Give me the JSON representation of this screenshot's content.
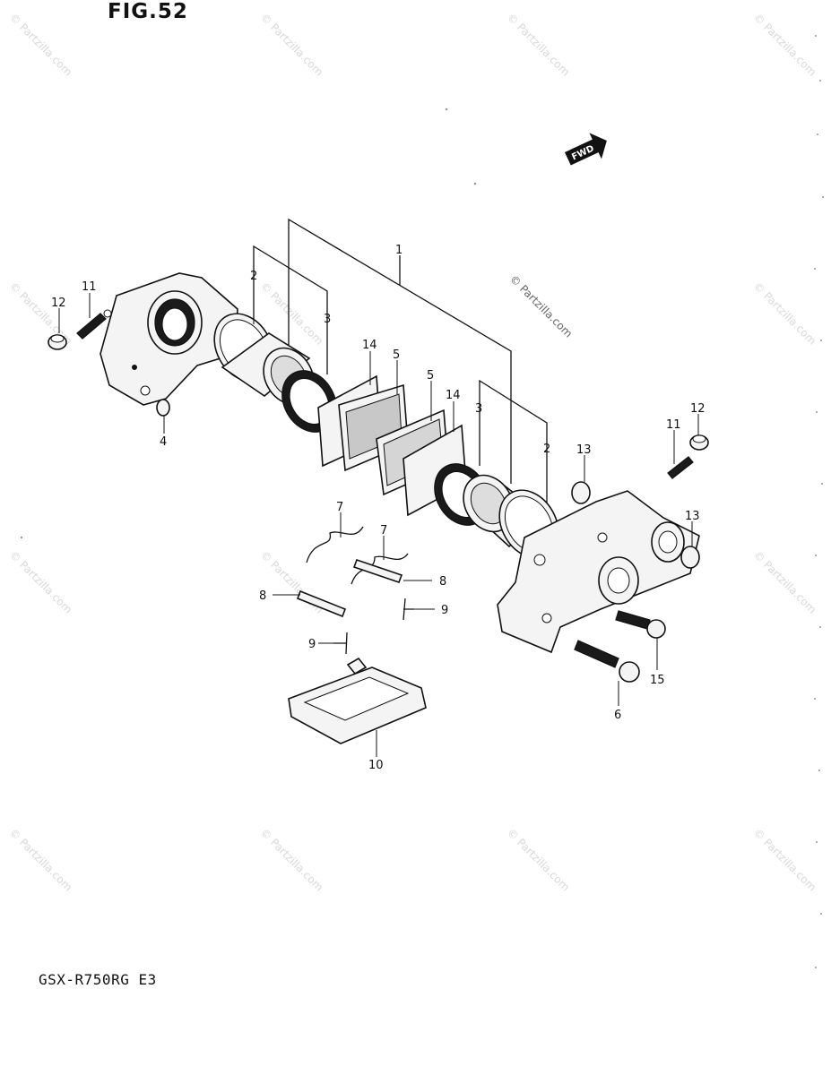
{
  "figure_title": "FIG.52",
  "model_code": "GSX-R750RG  E3",
  "direction_arrow": {
    "label": "FWD",
    "icon": "forward-arrow-icon"
  },
  "watermark_text": "© Partzilla.com",
  "footer_note": "",
  "callouts": [
    {
      "id": "label-1",
      "text": "1"
    },
    {
      "id": "label-2-left",
      "text": "2"
    },
    {
      "id": "label-3-left",
      "text": "3"
    },
    {
      "id": "label-4",
      "text": "4"
    },
    {
      "id": "label-5-left",
      "text": "5"
    },
    {
      "id": "label-5-right",
      "text": "5"
    },
    {
      "id": "label-14-left",
      "text": "14"
    },
    {
      "id": "label-14-right",
      "text": "14"
    },
    {
      "id": "label-3-right",
      "text": "3"
    },
    {
      "id": "label-2-right",
      "text": "2"
    },
    {
      "id": "label-11-left",
      "text": "11"
    },
    {
      "id": "label-12-left",
      "text": "12"
    },
    {
      "id": "label-11-right",
      "text": "11"
    },
    {
      "id": "label-12-right",
      "text": "12"
    },
    {
      "id": "label-13-top",
      "text": "13"
    },
    {
      "id": "label-13-side",
      "text": "13"
    },
    {
      "id": "label-7-left",
      "text": "7"
    },
    {
      "id": "label-7-right",
      "text": "7"
    },
    {
      "id": "label-8-left",
      "text": "8"
    },
    {
      "id": "label-8-right",
      "text": "8"
    },
    {
      "id": "label-9-left",
      "text": "9"
    },
    {
      "id": "label-9-right",
      "text": "9"
    },
    {
      "id": "label-10",
      "text": "10"
    },
    {
      "id": "label-15",
      "text": "15"
    },
    {
      "id": "label-6",
      "text": "6"
    }
  ]
}
